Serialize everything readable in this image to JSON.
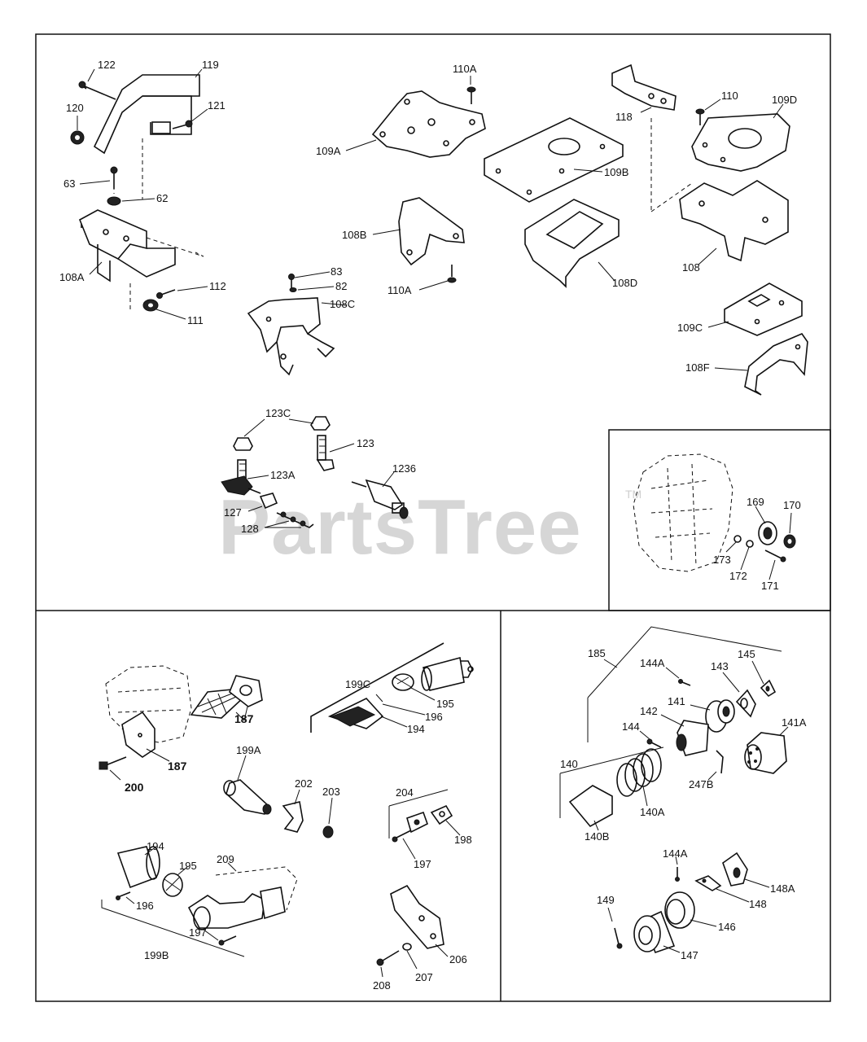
{
  "watermark": {
    "text": "PartsTree",
    "trademark": "TM"
  },
  "labels": {
    "p122": "122",
    "p119": "119",
    "p120": "120",
    "p121": "121",
    "p63": "63",
    "p62": "62",
    "p108A": "108A",
    "p112": "112",
    "p111": "111",
    "p110A_top": "110A",
    "p109A": "109A",
    "p108B": "108B",
    "p83": "83",
    "p82": "82",
    "p108C": "108C",
    "p110A_mid": "110A",
    "p118": "118",
    "p109B": "109B",
    "p108D": "108D",
    "p110": "110",
    "p109D": "109D",
    "p108": "108",
    "p109C": "109C",
    "p108F": "108F",
    "p123C": "123C",
    "p123": "123",
    "p123A": "123A",
    "p1236": "1236",
    "p127": "127",
    "p128": "128",
    "p169": "169",
    "p170": "170",
    "p173": "173",
    "p172": "172",
    "p171": "171",
    "p199C": "199C",
    "p195a": "195",
    "p196a": "196",
    "p194a": "194",
    "p187a": "187",
    "p187b": "187",
    "p200": "200",
    "p199A": "199A",
    "p202": "202",
    "p203": "203",
    "p204": "204",
    "p198": "198",
    "p197a": "197",
    "p194b": "194",
    "p195b": "195",
    "p209": "209",
    "p196b": "196",
    "p197b": "197",
    "p199B": "199B",
    "p206": "206",
    "p207": "207",
    "p208": "208",
    "p185": "185",
    "p144A_top": "144A",
    "p143": "143",
    "p145": "145",
    "p141": "141",
    "p142": "142",
    "p141A": "141A",
    "p144": "144",
    "p140": "140",
    "p140A": "140A",
    "p247B": "247B",
    "p140B": "140B",
    "p144A_bot": "144A",
    "p148A": "148A",
    "p148": "148",
    "p149": "149",
    "p146": "146",
    "p147": "147"
  }
}
